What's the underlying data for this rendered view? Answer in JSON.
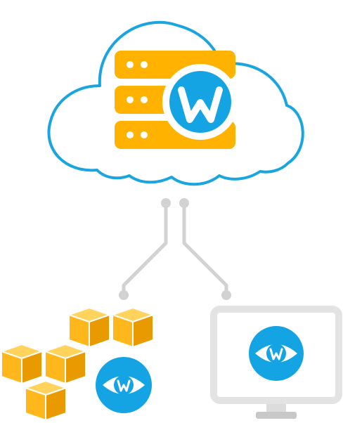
{
  "diagram": {
    "nodes": [
      {
        "id": "cloud",
        "icon": "cloud-outline-icon"
      },
      {
        "id": "server",
        "icon": "server-stack-icon"
      },
      {
        "id": "cloud-badge",
        "icon": "w-logo-badge-icon"
      },
      {
        "id": "aws-cluster",
        "icon": "aws-cubes-icon"
      },
      {
        "id": "aws-badge",
        "icon": "eye-w-badge-icon"
      },
      {
        "id": "monitor",
        "icon": "desktop-monitor-icon"
      },
      {
        "id": "monitor-badge",
        "icon": "eye-w-badge-icon"
      }
    ],
    "edges": [
      {
        "from": "cloud",
        "to": "aws-cluster",
        "icon": "connector-line"
      },
      {
        "from": "cloud",
        "to": "monitor",
        "icon": "connector-line"
      }
    ]
  },
  "colors": {
    "cloud_stroke": "#1aa5e0",
    "brand_blue": "#14a3e3",
    "server_orange": "#ffb300",
    "cube_orange": "#ffb71c",
    "cube_light": "#ffd35c",
    "cube_dark": "#e89a00",
    "connector_gray": "#d2d2d2",
    "monitor_frame": "#e3e3e3",
    "monitor_stand": "#c8c8c8",
    "white": "#ffffff"
  }
}
